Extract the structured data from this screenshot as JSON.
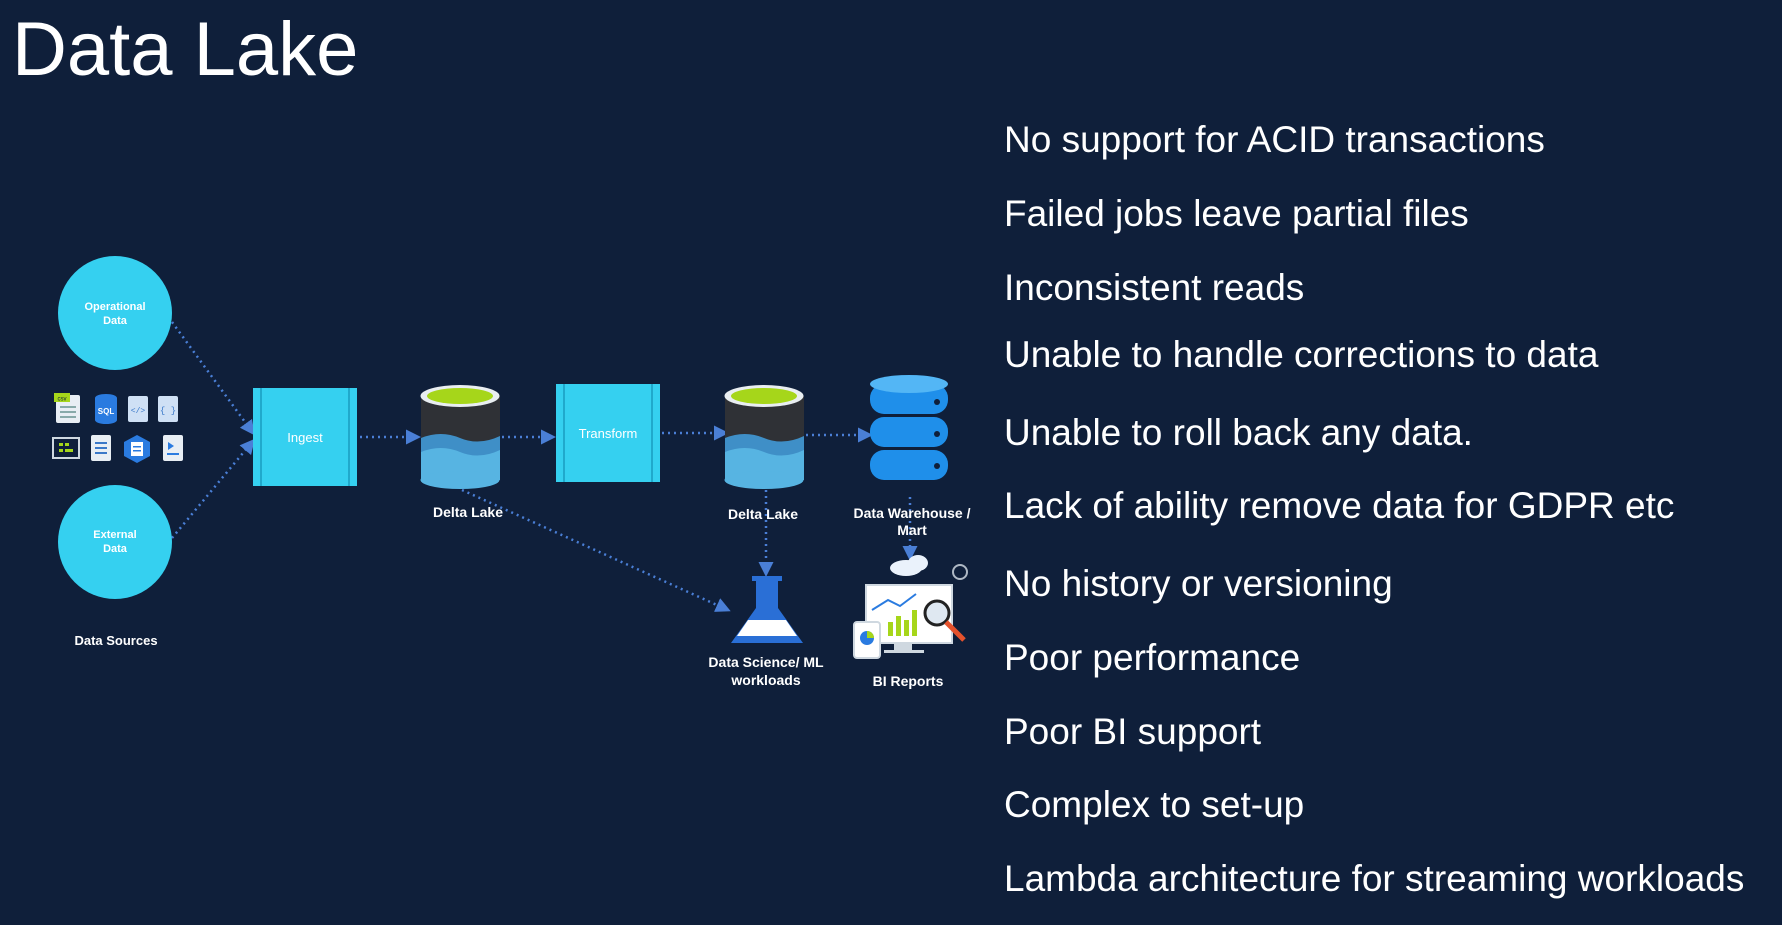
{
  "title": "Data Lake",
  "diagram": {
    "sources": {
      "operational": [
        "Operational",
        "Data"
      ],
      "external": [
        "External",
        "Data"
      ],
      "label": "Data Sources"
    },
    "ingest": "Ingest",
    "delta_lake_1": "Delta Lake",
    "transform": "Transform",
    "delta_lake_2": "Delta Lake",
    "warehouse": [
      "Data Warehouse /",
      "Mart"
    ],
    "data_science": [
      "Data Science/ ML",
      "workloads"
    ],
    "bi_reports": "BI Reports",
    "file_icon_labels": {
      "csv": "csv",
      "sql": "SQL",
      "code": "</>",
      "json": "{ }"
    }
  },
  "limitations": [
    "No support for ACID transactions",
    "Failed jobs leave partial files",
    "Inconsistent reads",
    "Unable to handle corrections to data",
    "Unable to roll back any data.",
    "Lack of ability remove data for GDPR etc",
    "No history or versioning",
    "Poor performance",
    "Poor BI support",
    "Complex to set-up",
    "Lambda architecture for streaming workloads"
  ],
  "colors": {
    "background": "#0f1f3a",
    "accent": "#35d0f0",
    "arrow": "#4a7fd6",
    "lake_green": "#a6d61a"
  }
}
